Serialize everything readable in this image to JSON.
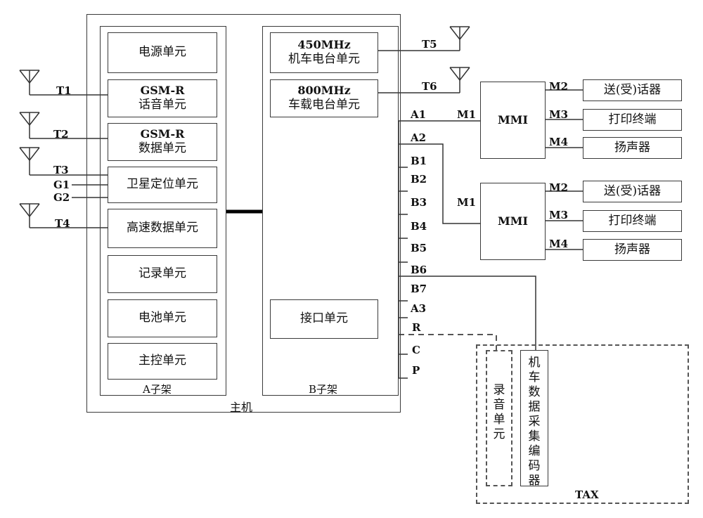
{
  "host": {
    "label": "主机"
  },
  "rack_a": {
    "label": "A子架",
    "units": [
      {
        "line1": "",
        "line2": "电源单元"
      },
      {
        "line1": "GSM-R",
        "line2": "话音单元"
      },
      {
        "line1": "GSM-R",
        "line2": "数据单元"
      },
      {
        "line1": "",
        "line2": "卫星定位单元"
      },
      {
        "line1": "",
        "line2": "高速数据单元"
      },
      {
        "line1": "",
        "line2": "记录单元"
      },
      {
        "line1": "",
        "line2": "电池单元"
      },
      {
        "line1": "",
        "line2": "主控单元"
      }
    ]
  },
  "rack_b": {
    "label": "B子架",
    "units": [
      {
        "line1": "450MHz",
        "line2": "机车电台单元"
      },
      {
        "line1": "800MHz",
        "line2": "车载电台单元"
      },
      {
        "line1": "",
        "line2": "接口单元"
      }
    ]
  },
  "left_ports": [
    "T1",
    "T2",
    "T3",
    "G1",
    "G2",
    "T4"
  ],
  "antenna_ports": [
    "T5",
    "T6"
  ],
  "b_ports": [
    "A1",
    "A2",
    "B1",
    "B2",
    "B3",
    "B4",
    "B5",
    "B6",
    "B7",
    "A3",
    "R",
    "C",
    "P"
  ],
  "mmi": {
    "label": "MMI",
    "ports": [
      "M1",
      "M2",
      "M3",
      "M4"
    ],
    "peripherals": [
      "送(受)话器",
      "打印终端",
      "扬声器"
    ]
  },
  "tax": {
    "label": "TAX",
    "recorder": "录音单元",
    "encoder": "机车数据采集编码器"
  }
}
